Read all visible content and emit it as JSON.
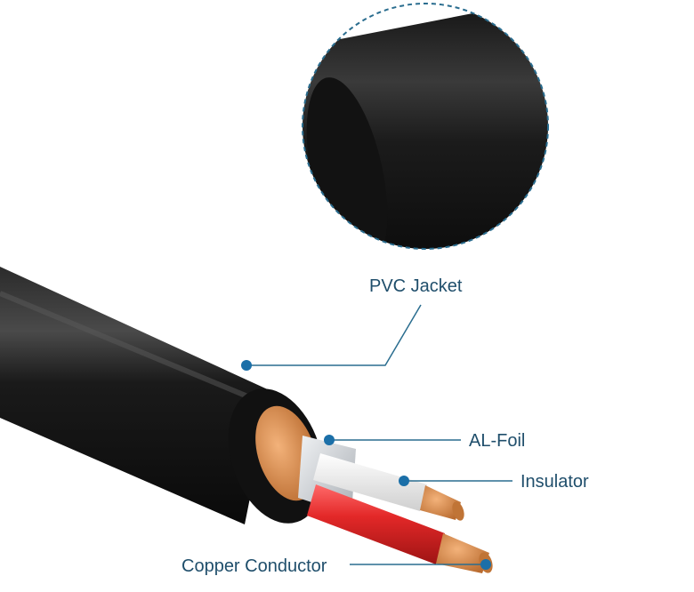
{
  "labels": {
    "pvc_jacket": "PVC Jacket",
    "al_foil": "AL-Foil",
    "insulator": "Insulator",
    "copper_conductor": "Copper Conductor"
  },
  "colors": {
    "jacket": "#141414",
    "callout_line": "#2a6d8f",
    "callout_dot": "#1b6fa8",
    "label_text": "#1f4e6b",
    "red_wire": "#d62a2a",
    "white_wire": "#f2f2f2",
    "copper": "#d88a4a",
    "foil": "#c9cdd2"
  }
}
